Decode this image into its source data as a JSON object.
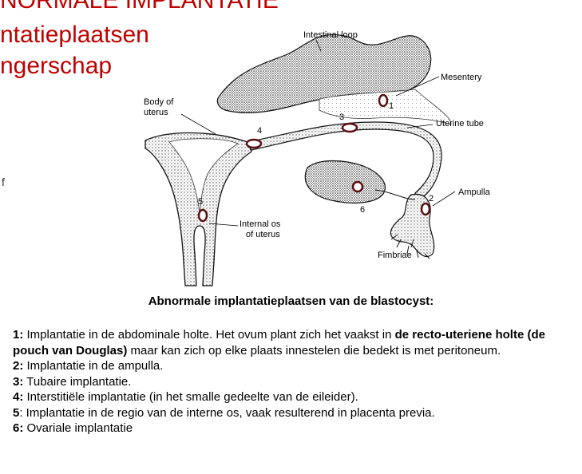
{
  "header": {
    "title_partial": "NORMALE IMPLANTATIE",
    "line1": "ntatieplaatsen",
    "line2": "ngerschap"
  },
  "stray_char": "f",
  "diagram": {
    "labels": {
      "intestinal_loop": "Intestinal loop",
      "mesentery": "Mesentery",
      "body_of_uterus_1": "Body of",
      "body_of_uterus_2": "uterus",
      "uterine_tube": "Uterine tube",
      "ampulla": "Ampulla",
      "internal_os_1": "Internal os",
      "internal_os_2": "of uterus",
      "fimbriae": "Fimbriae"
    },
    "numbers": [
      "1",
      "2",
      "3",
      "4",
      "5",
      "6"
    ]
  },
  "caption": "Abnormale implantatieplaatsen van de blastocyst:",
  "items": [
    {
      "num": "1:",
      "parts": [
        {
          "t": " Implantatie in de abdominale holte. Het ovum plant zich het vaakst in ",
          "b": false
        },
        {
          "t": "de recto-uteriene holte (de pouch van Douglas)",
          "b": true
        },
        {
          "t": " maar kan zich op elke plaats innestelen die bedekt is met peritoneum.",
          "b": false
        }
      ]
    },
    {
      "num": "2:",
      "parts": [
        {
          "t": " Implantatie in de ampulla.",
          "b": false
        }
      ]
    },
    {
      "num": "3:",
      "parts": [
        {
          "t": " Tubaire implantatie.",
          "b": false
        }
      ]
    },
    {
      "num": "4:",
      "parts": [
        {
          "t": " Interstitiële implantatie (in het smalle gedeelte van de eileider).",
          "b": false
        }
      ]
    },
    {
      "num": "5",
      "parts": [
        {
          "t": ": Implantatie in de regio van de interne os, vaak resulterend in placenta previa.",
          "b": false
        }
      ]
    },
    {
      "num": "6:",
      "parts": [
        {
          "t": " Ovariale implantatie",
          "b": false
        }
      ]
    }
  ]
}
